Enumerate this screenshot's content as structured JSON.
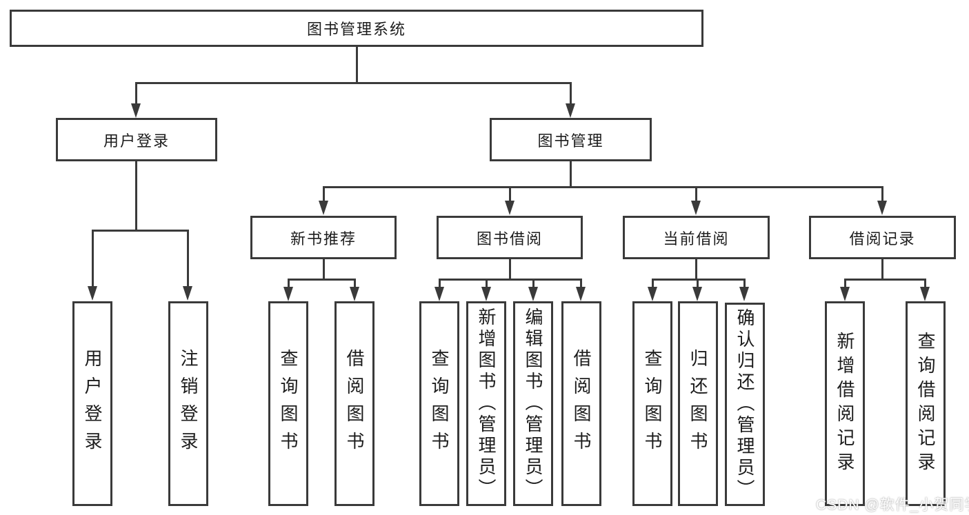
{
  "tree": {
    "root": {
      "label": "图书管理系统"
    },
    "branches": [
      {
        "label": "用户登录",
        "children": [
          {
            "label": "用户登录"
          },
          {
            "label": "注销登录"
          }
        ]
      },
      {
        "label": "图书管理",
        "children": [
          {
            "label": "新书推荐",
            "children": [
              {
                "label": "查询图书"
              },
              {
                "label": "借阅图书"
              }
            ]
          },
          {
            "label": "图书借阅",
            "children": [
              {
                "label": "查询图书"
              },
              {
                "label": "新增图书（管理员）"
              },
              {
                "label": "编辑图书（管理员）"
              },
              {
                "label": "借阅图书"
              }
            ]
          },
          {
            "label": "当前借阅",
            "children": [
              {
                "label": "查询图书"
              },
              {
                "label": "归还图书"
              },
              {
                "label": "确认归还（管理员）"
              }
            ]
          },
          {
            "label": "借阅记录",
            "children": [
              {
                "label": "新增借阅记录"
              },
              {
                "label": "查询借阅记录"
              }
            ]
          }
        ]
      }
    ]
  },
  "watermark": {
    "text": "CSDN @软件_小贺同学"
  },
  "colors": {
    "line": "#3a3a3a",
    "text": "#1c1c1c",
    "background": "#ffffff",
    "watermark_shadow": "#919191"
  }
}
